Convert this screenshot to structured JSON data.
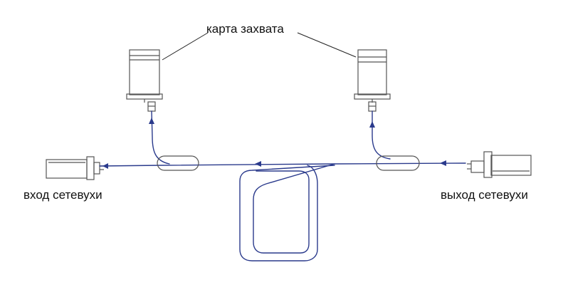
{
  "labels": {
    "capture_card": "карта захвата",
    "net_input": "вход сетевухи",
    "net_output": "выход сетевухи"
  },
  "colors": {
    "fiber": "#2a3a8c",
    "sketch": "#555555",
    "text": "#111111"
  }
}
